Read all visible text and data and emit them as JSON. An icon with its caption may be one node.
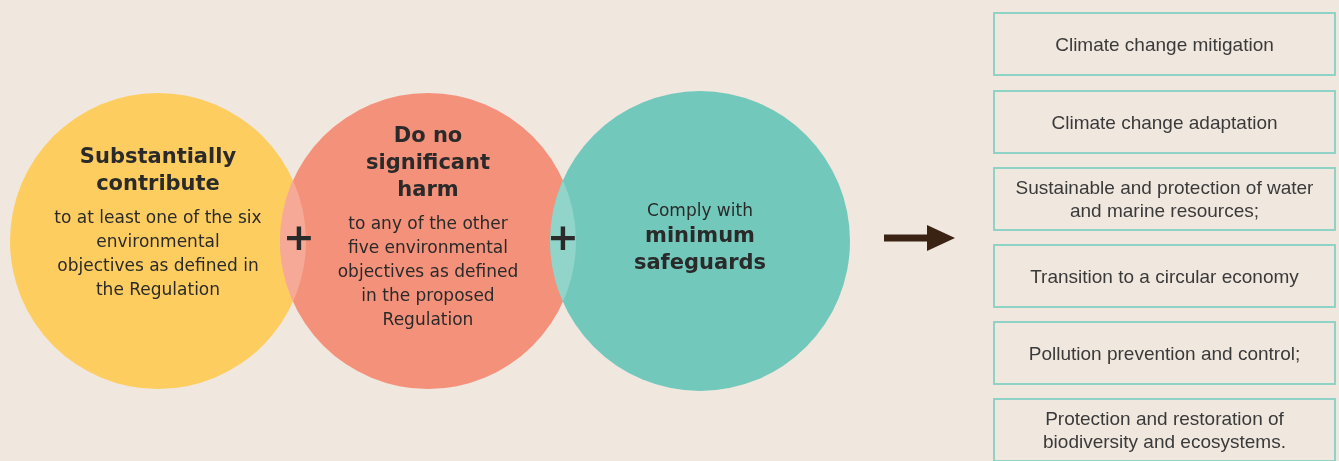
{
  "diagram": {
    "nodes": [
      {
        "text": [
          "Substantially contribute",
          "to at least one of the six environmental objectives as defined in the Regulation"
        ]
      },
      {
        "text": [
          "Do no significant harm",
          "to any of the other five environmental objectives as defined in the proposed Regulation"
        ]
      },
      {
        "text": [
          "Comply with",
          "minimum safeguards"
        ]
      },
      {
        "text": [
          "Climate change mitigation"
        ]
      },
      {
        "text": [
          "Climate change adaptation"
        ]
      },
      {
        "text": [
          "Sustainable and protection of water and marine resources;"
        ]
      },
      {
        "text": [
          "Transition to a circular economy"
        ]
      },
      {
        "text": [
          "Pollution prevention and control;"
        ]
      },
      {
        "text": [
          "Protection and restoration of biodiversity and ecosystems."
        ]
      }
    ],
    "labels": [
      "+",
      "+"
    ]
  }
}
